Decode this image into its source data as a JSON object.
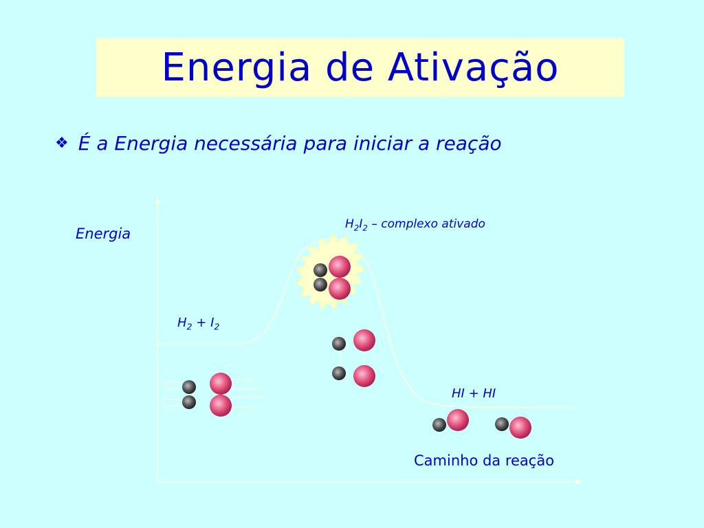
{
  "slide": {
    "title": "Energia de Ativação",
    "bullet": {
      "icon": "diamond-four-icon",
      "text": "É a Energia necessária para iniciar a reação"
    }
  },
  "diagram": {
    "y_axis_label": "Energia",
    "x_axis_label": "Caminho da reação",
    "reactants": {
      "base": "H",
      "sub1": "2",
      "plus": " + ",
      "base2": "I",
      "sub2": "2"
    },
    "complex": {
      "base": "H",
      "sub1": "2",
      "base2": "I",
      "sub2": "2",
      "suffix": " – complexo ativado"
    },
    "products": "HI + HI"
  },
  "colors": {
    "background": "#ccffff",
    "title_box": "#ffffcc",
    "text": "#0000cc",
    "curve": "#ffffdd",
    "iodine_atom": "#e0507a",
    "hydrogen_atom": "#666666",
    "glow": "#ffff99"
  }
}
